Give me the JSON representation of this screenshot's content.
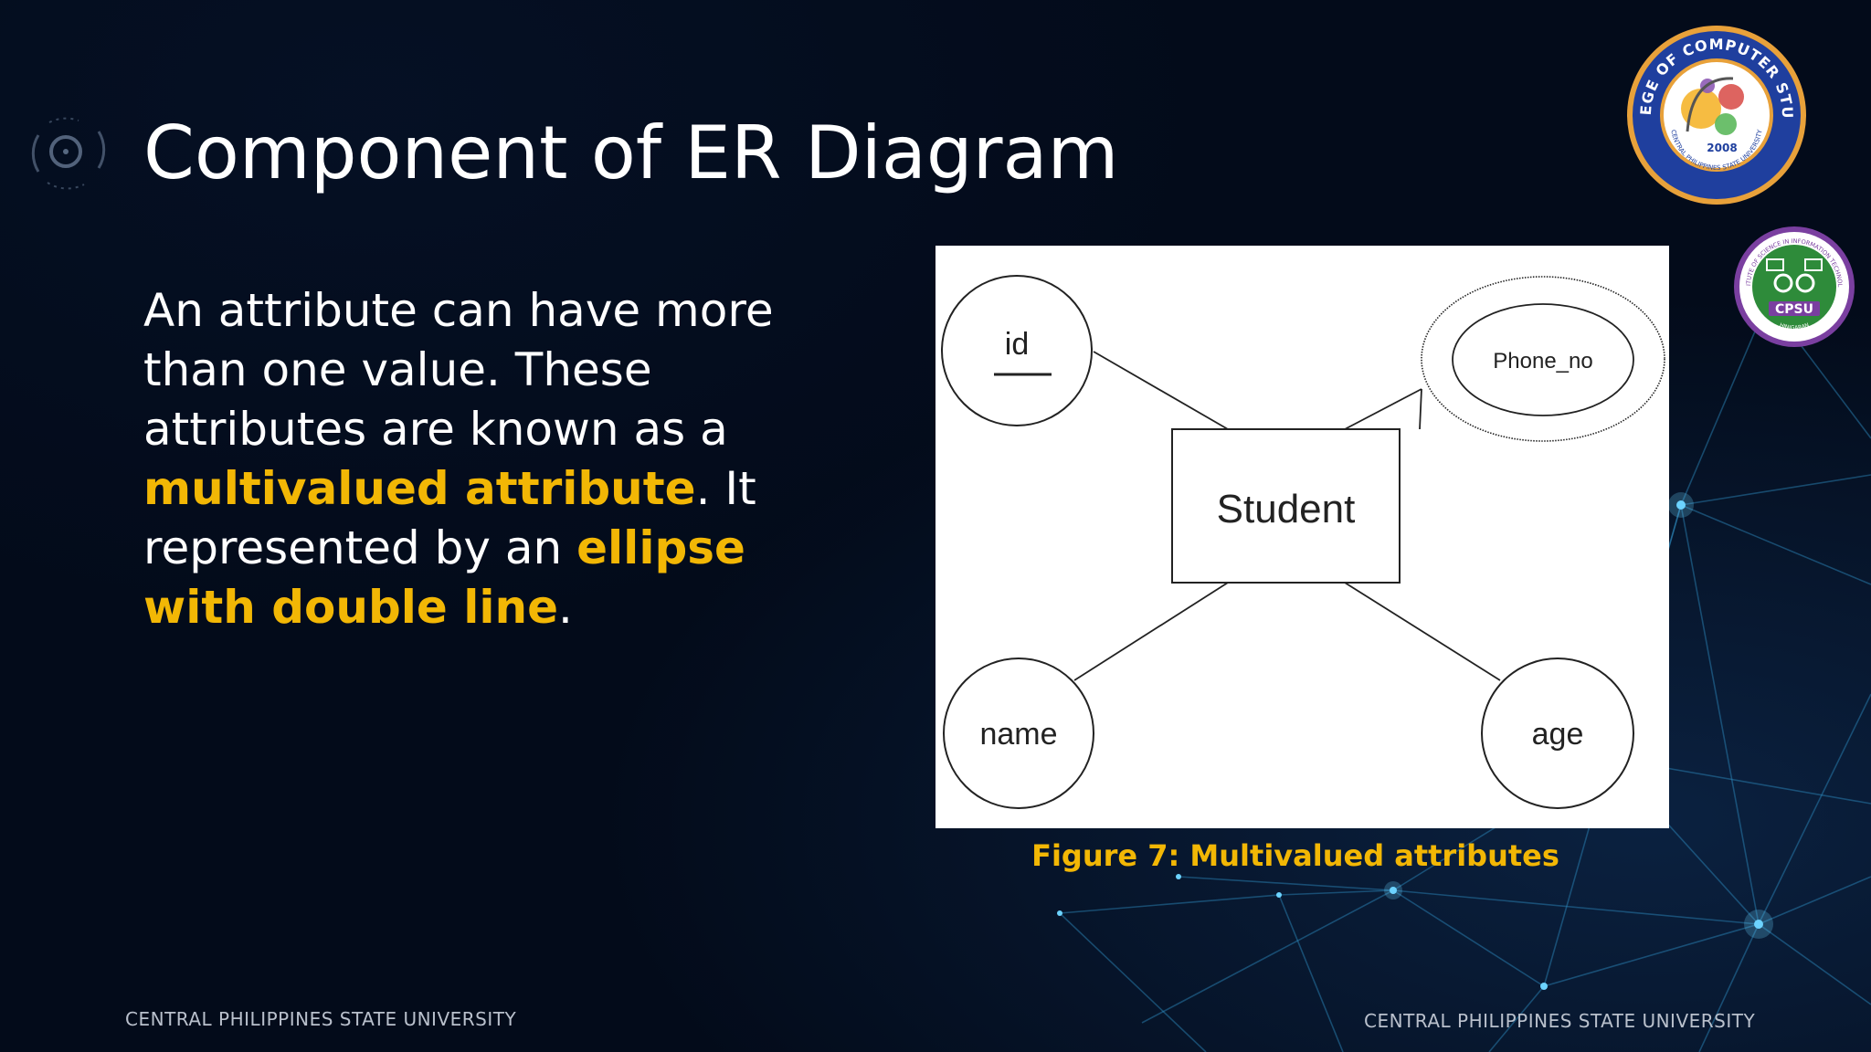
{
  "slide": {
    "title": "Component of ER Diagram",
    "body": {
      "part1": "An attribute can have more than one value. These attributes are known as a ",
      "highlight1": "multivalued attribute",
      "part2": ". It represented by an ",
      "highlight2": "ellipse with double line",
      "part3": "."
    },
    "caption": "Figure 7: Multivalued attributes",
    "footer_left": "CENTRAL PHILIPPINES STATE UNIVERSITY",
    "footer_right": "CENTRAL PHILIPPINES STATE UNIVERSITY"
  },
  "diagram": {
    "entity": "Student",
    "attributes": {
      "key": "id",
      "multivalued": "Phone_no",
      "simple_1": "name",
      "simple_2": "age"
    }
  },
  "logos": {
    "ccs": {
      "ring_text": "COLLEGE OF COMPUTER STUDIES",
      "year": "2008",
      "inner_text": "CENTRAL PHILIPPINES STATE UNIVERSITY"
    },
    "cpsu": {
      "ring_text": "INSTITUTE OF SCIENCE IN INFORMATION TECHNOLOGY",
      "label": "CPSU",
      "bottom_text": "HINIGARAN"
    }
  },
  "colors": {
    "background": "#030b1a",
    "accent": "#f2b705",
    "text": "#ffffff",
    "network_line": "#3fa9d8"
  }
}
